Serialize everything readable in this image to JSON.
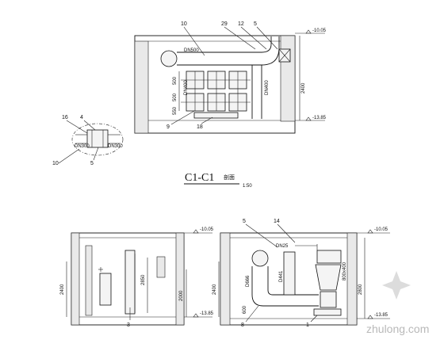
{
  "section_title": "C1-C1",
  "section_suffix": "剖面",
  "scale": "1:50",
  "top_view": {
    "callouts": [
      "10",
      "29",
      "12",
      "5",
      "9",
      "18"
    ],
    "pipe_labels": [
      "DN500",
      "DN400",
      "DN400"
    ],
    "dims": [
      "500",
      "500",
      "550",
      "2400"
    ],
    "elevations": [
      "-10.05",
      "-13.85"
    ]
  },
  "detail": {
    "callouts": [
      "16",
      "4",
      "10",
      "5"
    ],
    "labels": [
      "DN300",
      "DN300"
    ]
  },
  "bottom_left": {
    "callouts": [
      "3"
    ],
    "dims": [
      "2400",
      "2850",
      "2000"
    ],
    "elevations": [
      "-10.05",
      "-13.85"
    ]
  },
  "bottom_right": {
    "callouts": [
      "5",
      "14",
      "8",
      "1"
    ],
    "pipe_labels": [
      "DN25",
      "D666",
      "D441",
      "800x400"
    ],
    "dims": [
      "600",
      "2400",
      "2800"
    ],
    "elevations": [
      "-10.05",
      "-13.85"
    ]
  },
  "watermark": "zhulong.com"
}
